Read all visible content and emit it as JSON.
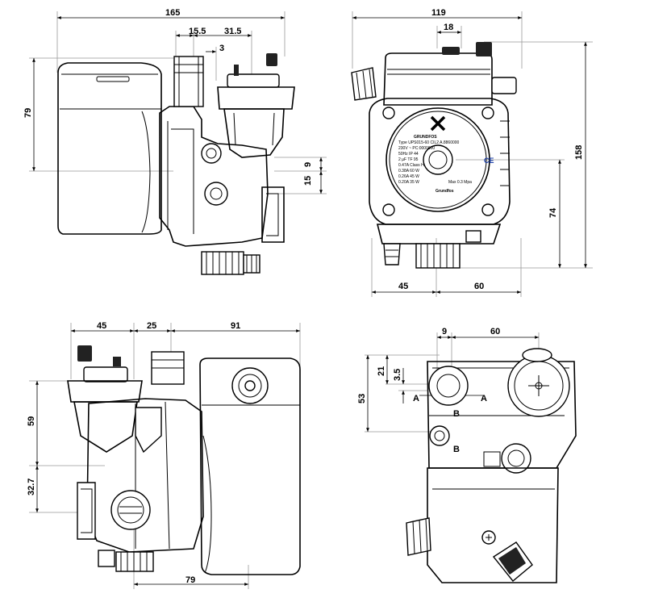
{
  "views": {
    "front": {
      "dims": {
        "width_total": "165",
        "top_a": "15.5",
        "top_b": "31.5",
        "top_c": "3",
        "height": "79",
        "right_a": "9",
        "right_b": "15"
      }
    },
    "side": {
      "dims": {
        "width": "119",
        "top": "18",
        "height": "158",
        "port": "74",
        "bottom_left": "45",
        "bottom_right": "60"
      },
      "label": {
        "line1": "GRUNDFOS",
        "line2": "Type UPS015-60 CIL2 A.8860000",
        "line3": "230V ~ PC:0000000",
        "line4": "50Hz  IP 44",
        "line5": "2 µF  TF 95",
        "line6": "0.47A  Class H",
        "line7": "0.38A  60 W",
        "line8": "0.26A  45 W",
        "line9": "0.20A  35 W",
        "line10": "Max 0.3 Mpa",
        "brand": "Grundfos"
      },
      "ce": "CE"
    },
    "rear": {
      "dims": {
        "left": "45",
        "mid": "25",
        "right": "91",
        "height_top": "59",
        "height_bottom": "32.7",
        "bottom": "79"
      }
    },
    "top": {
      "dims": {
        "w9": "9",
        "w60": "60",
        "h21": "21",
        "h3_5": "3.5",
        "h53": "53"
      },
      "section_labels": [
        "A",
        "A",
        "B",
        "B"
      ]
    }
  }
}
